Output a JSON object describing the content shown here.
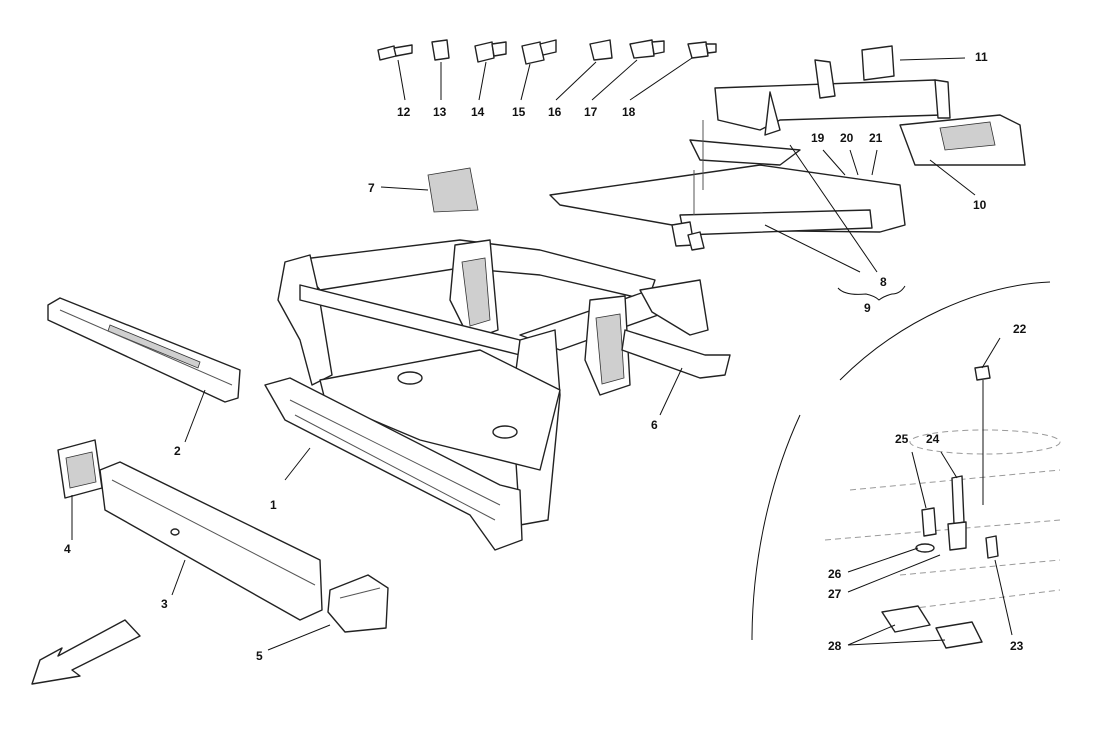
{
  "callouts": {
    "c1": "1",
    "c2": "2",
    "c3": "3",
    "c4": "4",
    "c5": "5",
    "c6": "6",
    "c7": "7",
    "c8": "8",
    "c9": "9",
    "c10": "10",
    "c11": "11",
    "c12": "12",
    "c13": "13",
    "c14": "14",
    "c15": "15",
    "c16": "16",
    "c17": "17",
    "c18": "18",
    "c19": "19",
    "c20": "20",
    "c21": "21",
    "c22": "22",
    "c23": "23",
    "c24": "24",
    "c25": "25",
    "c26": "26",
    "c27": "27",
    "c28": "28"
  },
  "icons": {
    "direction_arrow": "front-direction-arrow-icon"
  }
}
